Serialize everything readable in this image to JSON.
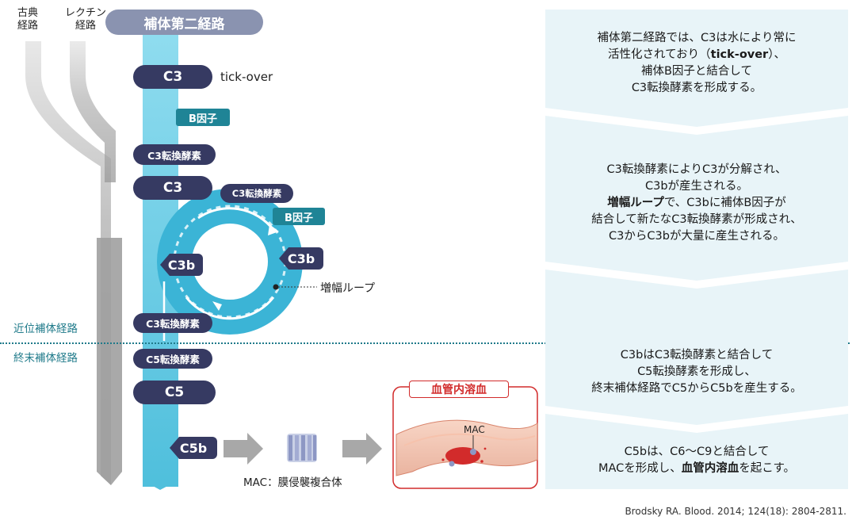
{
  "header": {
    "title": "補体第二経路"
  },
  "top_labels": {
    "classical": [
      "古典",
      "経路"
    ],
    "lectin": [
      "レクチン",
      "経路"
    ]
  },
  "pathway": {
    "c3_first": "C3",
    "tick_over": "tick-over",
    "factor_b": "B因子",
    "c3_convertase": "C3転換酵素",
    "c3_second": "C3",
    "loop_convertase": "C3転換酵素",
    "loop_factor_b": "B因子",
    "c3b_left": "C3b",
    "c3b_right": "C3b",
    "amplification_loop": "増幅ループ",
    "c3_convertase_bottom": "C3転換酵素",
    "c5_convertase": "C5転換酵素",
    "c5": "C5",
    "c5b": "C5b",
    "mac_caption": "MAC：膜侵襲複合体",
    "hemolysis_title": "血管内溶血",
    "mac_label": "MAC"
  },
  "side_labels": {
    "proximal": "近位補体経路",
    "terminal": "終末補体経路"
  },
  "panel": {
    "step1": [
      "補体第二経路では、C3は水により常に",
      "活性化されており（",
      "tick-over",
      "）、",
      "補体B因子と結合して",
      "C3転換酵素を形成する。"
    ],
    "step2": [
      "C3転換酵素によりC3が分解され、",
      "C3bが産生される。",
      "増幅ループ",
      "で、C3bに補体B因子が",
      "結合して新たなC3転換酵素が形成され、",
      "C3からC3bが大量に産生される。"
    ],
    "step3": [
      "C3bはC3転換酵素と結合して",
      "C5転換酵素を形成し、",
      "終末補体経路でC5からC5bを産生する。"
    ],
    "step4": [
      "C5bは、C6～C9と結合して",
      "MACを形成し、",
      "血管内溶血",
      "を起こす。"
    ]
  },
  "citation": "Brodsky RA. Blood. 2014; 124(18): 2804-2811.",
  "colors": {
    "navy": "#363a62",
    "teal": "#1f8496",
    "cyan": "#4fc0dc",
    "panel": "#e8f4f8",
    "red": "#d22b2b"
  }
}
